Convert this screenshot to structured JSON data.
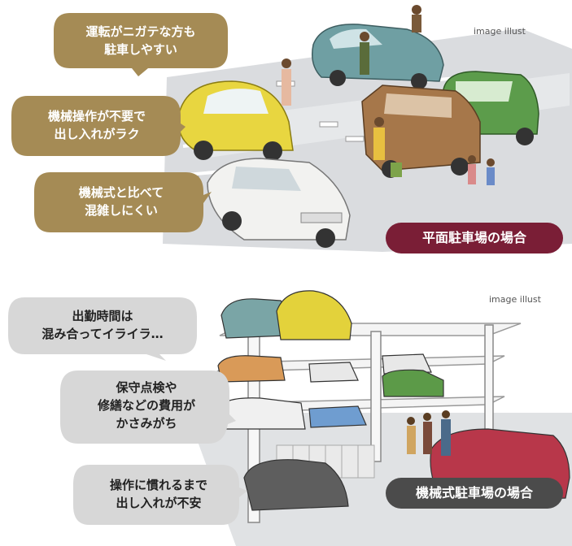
{
  "top": {
    "caption": "image illust",
    "bubbles": [
      {
        "line1": "運転がニガテな方も",
        "line2": "駐車しやすい"
      },
      {
        "line1": "機械操作が不要で",
        "line2": "出し入れがラク"
      },
      {
        "line1": "機械式と比べて",
        "line2": "混雑しにくい"
      }
    ],
    "badge": "平面駐車場の場合",
    "colors": {
      "bubble": "#a58b55",
      "bubble_text": "#ffffff",
      "badge": "#7a1e36"
    }
  },
  "bottom": {
    "caption": "image illust",
    "bubbles": [
      {
        "line1": "出勤時間は",
        "line2": "混み合ってイライラ…"
      },
      {
        "line1": "保守点検や",
        "line2": "修繕などの費用が",
        "line3": "かさみがち"
      },
      {
        "line1": "操作に慣れるまで",
        "line2": "出し入れが不安"
      }
    ],
    "badge": "機械式駐車場の場合",
    "colors": {
      "bubble": "#d7d7d7",
      "bubble_text": "#222222",
      "badge": "#4b4b4b"
    }
  }
}
